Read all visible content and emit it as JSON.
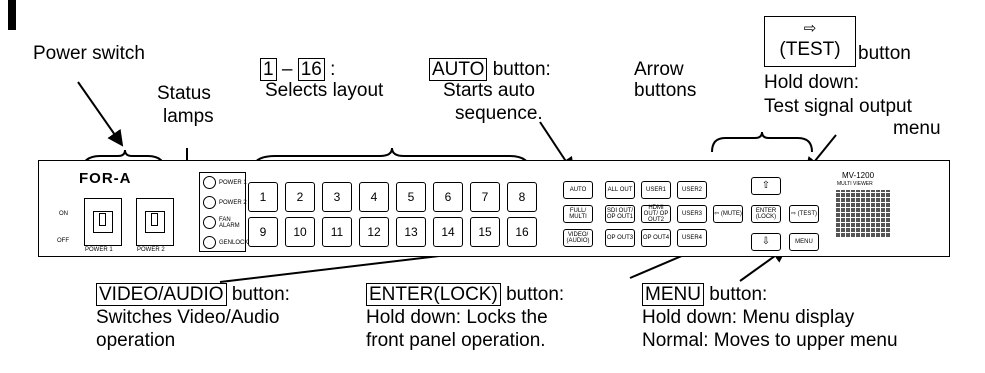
{
  "callouts": {
    "power_switch": "Power switch",
    "status_lamps_1": "Status",
    "status_lamps_2": "lamps",
    "layout_n1": "1",
    "layout_dash": "–",
    "layout_n2": "16",
    "layout_colon": ":",
    "layout_desc": "Selects layout",
    "auto_name": "AUTO",
    "auto_suffix": "button:",
    "auto_desc1": "Starts auto",
    "auto_desc2": "sequence.",
    "arrow_1": "Arrow",
    "arrow_2": "buttons",
    "test_arrow": "⇨",
    "test_name": "(TEST)",
    "test_suffix": "button",
    "test_desc1": "Hold down:",
    "test_desc2": "Test signal output",
    "test_desc3": "menu",
    "video_name": "VIDEO/AUDIO",
    "video_suffix": "button:",
    "video_desc1": "Switches Video/Audio",
    "video_desc2": "operation",
    "enter_name": "ENTER(LOCK)",
    "enter_suffix": "button:",
    "enter_desc1": "Hold down: Locks the",
    "enter_desc2": "front panel operation.",
    "menu_name": "MENU",
    "menu_suffix": "button:",
    "menu_desc1": "Hold down: Menu display",
    "menu_desc2": "Normal: Moves to upper menu"
  },
  "panel": {
    "logo": "FOR-A",
    "on_label": "ON",
    "off_label": "OFF",
    "power1_label": "POWER 1",
    "power2_label": "POWER 2",
    "lamps": [
      "POWER 1",
      "POWER 2",
      "FAN ALARM",
      "GENLOCK"
    ],
    "numbers_row1": [
      "1",
      "2",
      "3",
      "4",
      "5",
      "6",
      "7",
      "8"
    ],
    "numbers_row2": [
      "9",
      "10",
      "11",
      "12",
      "13",
      "14",
      "15",
      "16"
    ],
    "fn_row1": [
      "AUTO",
      "ALL OUT",
      "USER1",
      "USER2"
    ],
    "fn_row2": [
      "FULL/ MULTI",
      "SDI OUT/ OP OUT1",
      "HDMI OUT/ OP OUT2",
      "USER3"
    ],
    "fn_row3": [
      "VIDEO/ (AUDIO)",
      "OP OUT3",
      "OP OUT4",
      "USER4"
    ],
    "key_up": "⇧",
    "key_left": "⇦ (MUTE)",
    "key_enter": "ENTER (LOCK)",
    "key_right": "⇨ (TEST)",
    "key_down": "⇩",
    "key_menu": "MENU",
    "model": "MV-1200",
    "model_sub": "MULTI VIEWER"
  }
}
